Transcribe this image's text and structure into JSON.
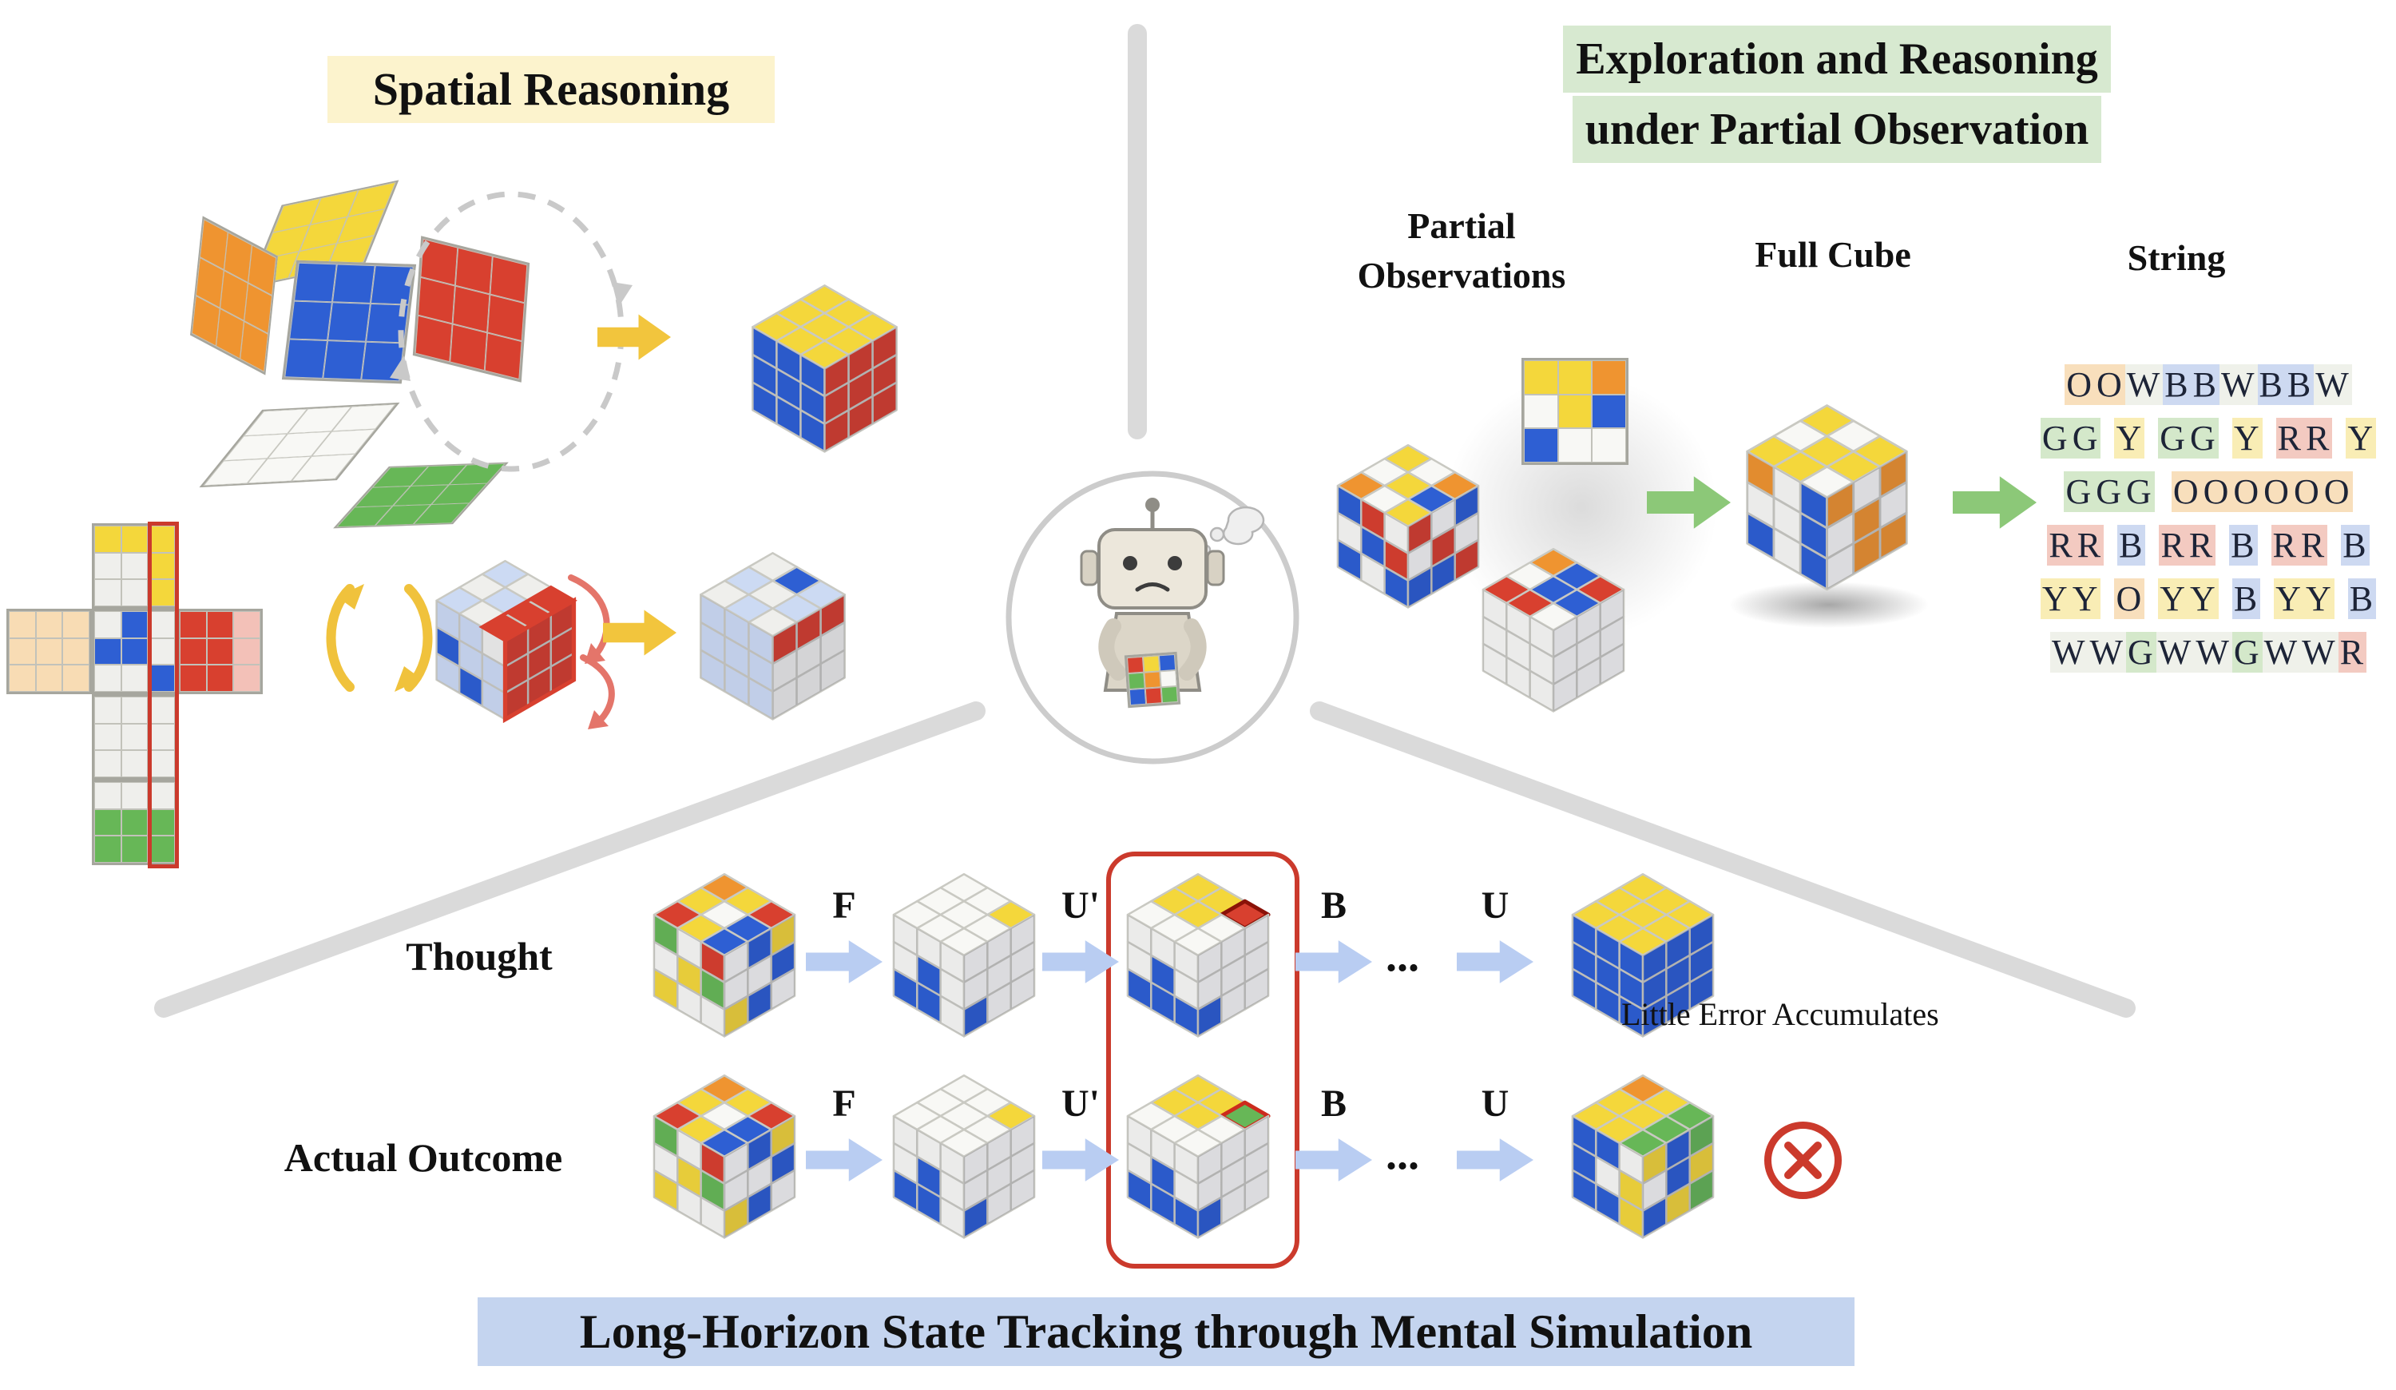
{
  "figure": {
    "titles": {
      "spatial": "Spatial Reasoning",
      "exploration1": "Exploration and Reasoning",
      "exploration2": "under Partial Observation",
      "bottom": "Long-Horizon State Tracking through Mental Simulation"
    },
    "headers": {
      "partial1": "Partial",
      "partial2": "Observations",
      "full": "Full Cube",
      "string": "String"
    },
    "sequence": {
      "thought_label": "Thought",
      "actual_label": "Actual Outcome",
      "moves": [
        "F",
        "U'",
        "B",
        "U"
      ],
      "ellipsis": "...",
      "little_error": "Little Error Accumulates"
    }
  },
  "string_panel": {
    "lines": [
      "OOWBBWBBW",
      "GG Y GG Y RR Y",
      "GGG  OOOOOO",
      "RR B RR B RR B",
      "YY O YY B YY B",
      "WWGWWGWWR"
    ],
    "letter_bg": {
      "O": "#f8dfbc",
      "B": "#cdd9f1",
      "W": "#eff1ea",
      "G": "#d4e8ca",
      "R": "#f3cac1",
      "Y": "#f9edb5"
    }
  },
  "colors": {
    "spatial_highlight": "#fcf3cd",
    "exploration_highlight": "#d7e9d0",
    "bottom_highlight": "#c4d4ef",
    "arrow_yellow": "#f2c53d",
    "arrow_green": "#8cc878",
    "arrow_blue": "#b9cdf2",
    "divider_gray": "#dadada",
    "error_red": "#cb3a2c"
  },
  "palette": {
    "Y": {
      "fill": "#f4d73b"
    },
    "B": {
      "fill": "#2e5fd3"
    },
    "R": {
      "fill": "#d8402f"
    },
    "O": {
      "fill": "#ef9430"
    },
    "G": {
      "fill": "#67b757"
    },
    "W": {
      "fill": "#f8f8f5"
    },
    "y": {
      "fill": "#f9ecb4"
    },
    "b": {
      "fill": "#ccdaf3"
    },
    "r": {
      "fill": "#f3c1b8"
    },
    "o": {
      "fill": "#f8dcb4"
    },
    "g": {
      "fill": "#cfe6c2"
    },
    "w": {
      "fill": "#efefec"
    },
    "X": {
      "fill": "#d8402f",
      "stroke": "#8a1208"
    },
    "V": {
      "fill": "#67b757",
      "stroke": "#cc2b1d"
    }
  },
  "cubes": {
    "tl_result": {
      "top": "YYYYYYYYY",
      "left": "BBBBBBBBB",
      "right": "RRRRRRRRR"
    },
    "ml_rot": {
      "top": "bwRwbRbwR",
      "left": "bbwBbbbBb",
      "right": "RRRRRRRRR"
    },
    "ml_result": {
      "top": "wBbbwbwbw",
      "left": "bbbbbbbbb",
      "right": "RRRwwwwww"
    },
    "po_a": {
      "top": "YWOWYBOWY",
      "left": "BRWWBRBWB",
      "right": "RWBWRWBBR"
    },
    "po_b": {
      "top": "OBRWBBRRW",
      "left": "WWWWWWWWW",
      "right": "WWWWWWWWW"
    },
    "full": {
      "top": "YWYWYYYYW",
      "left": "OWBWWBBWB",
      "right": "OWOWOWWOO"
    },
    "seq_start": {
      "top": "OYRYWBRYB",
      "left": "GWRWYGYWW",
      "right": "WBYWWBYBW"
    },
    "seq2": {
      "top": "WWYWWWWWW",
      "left": "WWWWBWBBW",
      "right": "WWWWWWBWW"
    },
    "seq3_thought": {
      "top": "YYXYYWWWW",
      "left": "WWWWBWBBB",
      "right": "WWWWWWBWW"
    },
    "seq3_actual": {
      "top": "YYVYYWWWW",
      "left": "WWWWBWBBB",
      "right": "WWWWWWBWW"
    },
    "thought_final": {
      "top": "YYYYYYYYY",
      "left": "BBBBBBBBB",
      "right": "BBBBBBBBB"
    },
    "actual_final": {
      "top": "OYGYYGYYG",
      "left": "BBWBWYBBY",
      "right": "YBGWBYBYG"
    }
  },
  "grids": {
    "po_flat": "YYOWYBBWW",
    "net_yellow": "YYYYYYYYY",
    "net_orange": "OOOOOOOOO",
    "net_blue": "BBBBBBBBB",
    "net_red": "RRRRRRRRR",
    "net_white": "WWWWWWWWW",
    "net_green": "GGGGGGGGG",
    "cross_top": "YYYwwYwwY",
    "cross_mid": "wBwBBwwwB",
    "cross_3": "wwwwwwwww",
    "cross_bot": "wwwGGGGGG",
    "cross_left": "ooooooooo",
    "cross_right": "RRrRRrRRr",
    "robot_cube": "RYBGOWBRG"
  }
}
